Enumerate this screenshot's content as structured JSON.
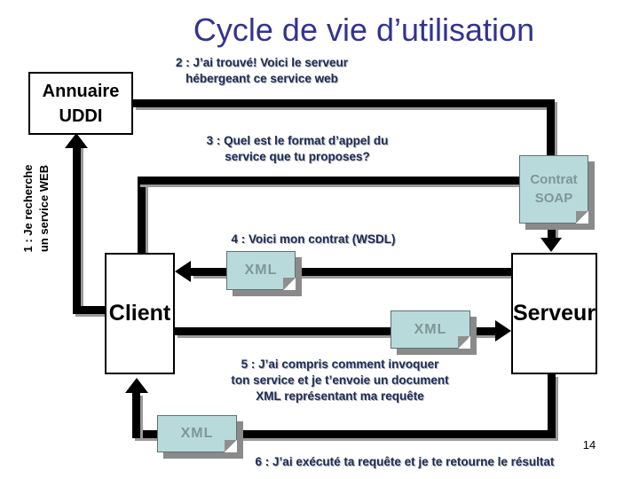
{
  "slide": {
    "title": "Cycle de vie d’utilisation",
    "page_number": "14"
  },
  "nodes": {
    "annuaire_uddi": "Annuaire\nUDDI",
    "client": "Client",
    "serveur": "Serveur",
    "contrat_soap": "Contrat\nSOAP",
    "xml": "XML"
  },
  "steps": {
    "step1": "1 : Je recherche\nun service WEB",
    "step2": "2 : J’ai trouvé! Voici le serveur\nhébergeant ce service web",
    "step3": "3 : Quel est le format d’appel du\nservice que tu proposes?",
    "step4": "4 : Voici mon contrat (WSDL)",
    "step5": "5 : J’ai compris comment invoquer\nton service et je t’envoie un document\nXML représentant ma requête",
    "step6": "6 : J’ai exécuté ta requête et je te retourne le résultat"
  },
  "colors": {
    "title_text": "#333392",
    "step_text": "#1c2b58",
    "document_fill": "#b9dadb",
    "document_text": "#7f9698",
    "line": "#000000",
    "shadow": "#8a8a8a"
  }
}
